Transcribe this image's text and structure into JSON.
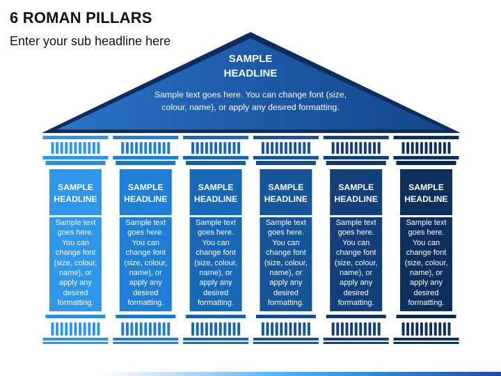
{
  "header": {
    "title": "6 ROMAN PILLARS",
    "subtitle": "Enter your sub headline here"
  },
  "roof": {
    "headline_line1": "SAMPLE",
    "headline_line2": "HEADLINE",
    "text_line1": "Sample text goes here. You can change font (size,",
    "text_line2": "colour, name), or apply any desired formatting.",
    "color": "#1d4f98"
  },
  "pillars": [
    {
      "headline_line1": "SAMPLE",
      "headline_line2": "HEADLINE",
      "body": [
        "Sample text",
        "goes here.",
        "You can",
        "change font",
        "(size, colour,",
        "name), or",
        "apply any",
        "desired",
        "formatting."
      ],
      "color": "#2f96ea",
      "dark": "#2b8ce0",
      "light": "#7fc6f6"
    },
    {
      "headline_line1": "SAMPLE",
      "headline_line2": "HEADLINE",
      "body": [
        "Sample text",
        "goes here.",
        "You can",
        "change font",
        "(size, colour,",
        "name), or",
        "apply any",
        "desired",
        "formatting."
      ],
      "color": "#1f7fd6",
      "dark": "#1a74c8",
      "light": "#5aaeea"
    },
    {
      "headline_line1": "SAMPLE",
      "headline_line2": "HEADLINE",
      "body": [
        "Sample text",
        "goes here.",
        "You can",
        "change font",
        "(size, colour,",
        "name), or",
        "apply any",
        "desired",
        "formatting."
      ],
      "color": "#1868b8",
      "dark": "#155ea8",
      "light": "#3f90d6"
    },
    {
      "headline_line1": "SAMPLE",
      "headline_line2": "HEADLINE",
      "body": [
        "Sample text",
        "goes here.",
        "You can",
        "change font",
        "(size, colour,",
        "name), or",
        "apply any",
        "desired",
        "formatting."
      ],
      "color": "#17559a",
      "dark": "#134c8c",
      "light": "#2f78c2"
    },
    {
      "headline_line1": "SAMPLE",
      "headline_line2": "HEADLINE",
      "body": [
        "Sample text",
        "goes here.",
        "You can",
        "change font",
        "(size, colour,",
        "name), or",
        "apply any",
        "desired",
        "formatting."
      ],
      "color": "#123f7a",
      "dark": "#0f376c",
      "light": "#2762a8"
    },
    {
      "headline_line1": "SAMPLE",
      "headline_line2": "HEADLINE",
      "body": [
        "Sample text",
        "goes here.",
        "You can",
        "change font",
        "(size, colour,",
        "name), or",
        "apply any",
        "desired",
        "formatting."
      ],
      "color": "#0d2f5e",
      "dark": "#0b2852",
      "light": "#1f4e8c"
    }
  ]
}
